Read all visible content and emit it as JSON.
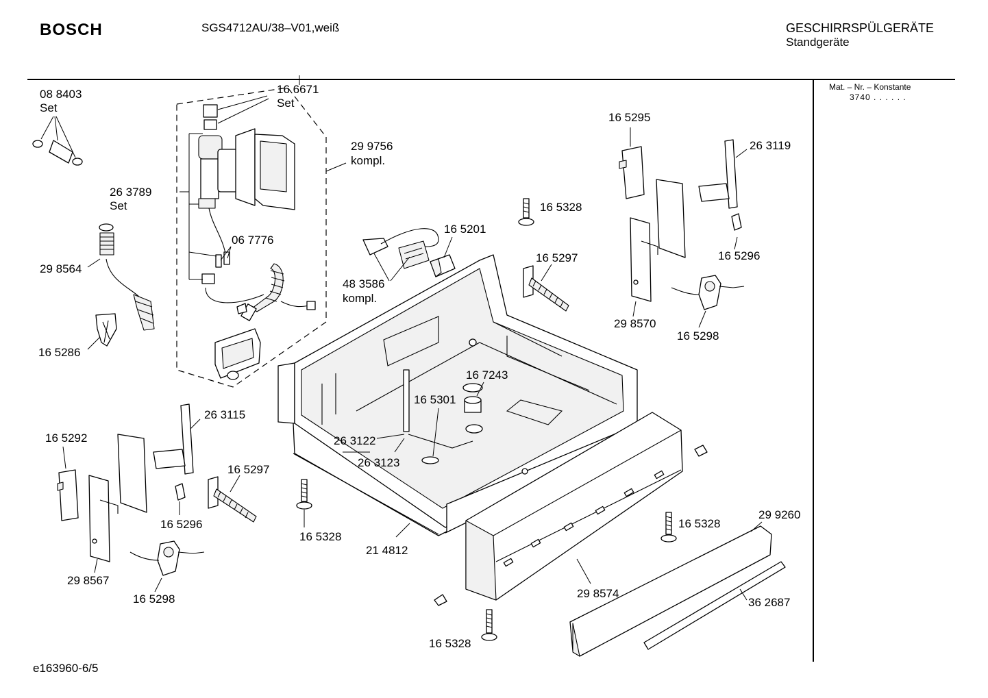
{
  "header": {
    "brand": "BOSCH",
    "model": "SGS4712AU/38–V01,weiß",
    "category": "GESCHIRRSPÜLGERÄTE",
    "subcategory": "Standgeräte"
  },
  "side_panel": {
    "label": "Mat. – Nr. – Konstante",
    "value": "3740  .  .  .  .  .  ."
  },
  "footer": {
    "doc_id": "e163960-6/5"
  },
  "callouts": {
    "p088403": "08 8403",
    "p088403_note": "Set",
    "p166671": "16 6671",
    "p166671_note": "Set",
    "p299756": "29 9756",
    "p299756_note": "kompl.",
    "p263789": "26 3789",
    "p263789_note": "Set",
    "p067776": "06 7776",
    "p298564": "29 8564",
    "p165286": "16 5286",
    "p165201": "16 5201",
    "p483586": "48 3586",
    "p483586_note": "kompl.",
    "p165328_a": "16 5328",
    "p165297_a": "16 5297",
    "p165295": "16 5295",
    "p263119": "26 3119",
    "p165296_a": "16 5296",
    "p298570": "29 8570",
    "p165298_a": "16 5298",
    "p167243": "16 7243",
    "p165301": "16 5301",
    "p263115": "26 3115",
    "p165292": "16 5292",
    "p263122": "26 3122",
    "p263123": "26 3123",
    "p165297_b": "16 5297",
    "p165296_b": "16 5296",
    "p165328_b": "16 5328",
    "p214812": "21 4812",
    "p298567": "29 8567",
    "p165298_b": "16 5298",
    "p165328_c": "16 5328",
    "p299260": "29 9260",
    "p298574": "29 8574",
    "p362687": "36 2687",
    "p165328_d": "16 5328"
  }
}
